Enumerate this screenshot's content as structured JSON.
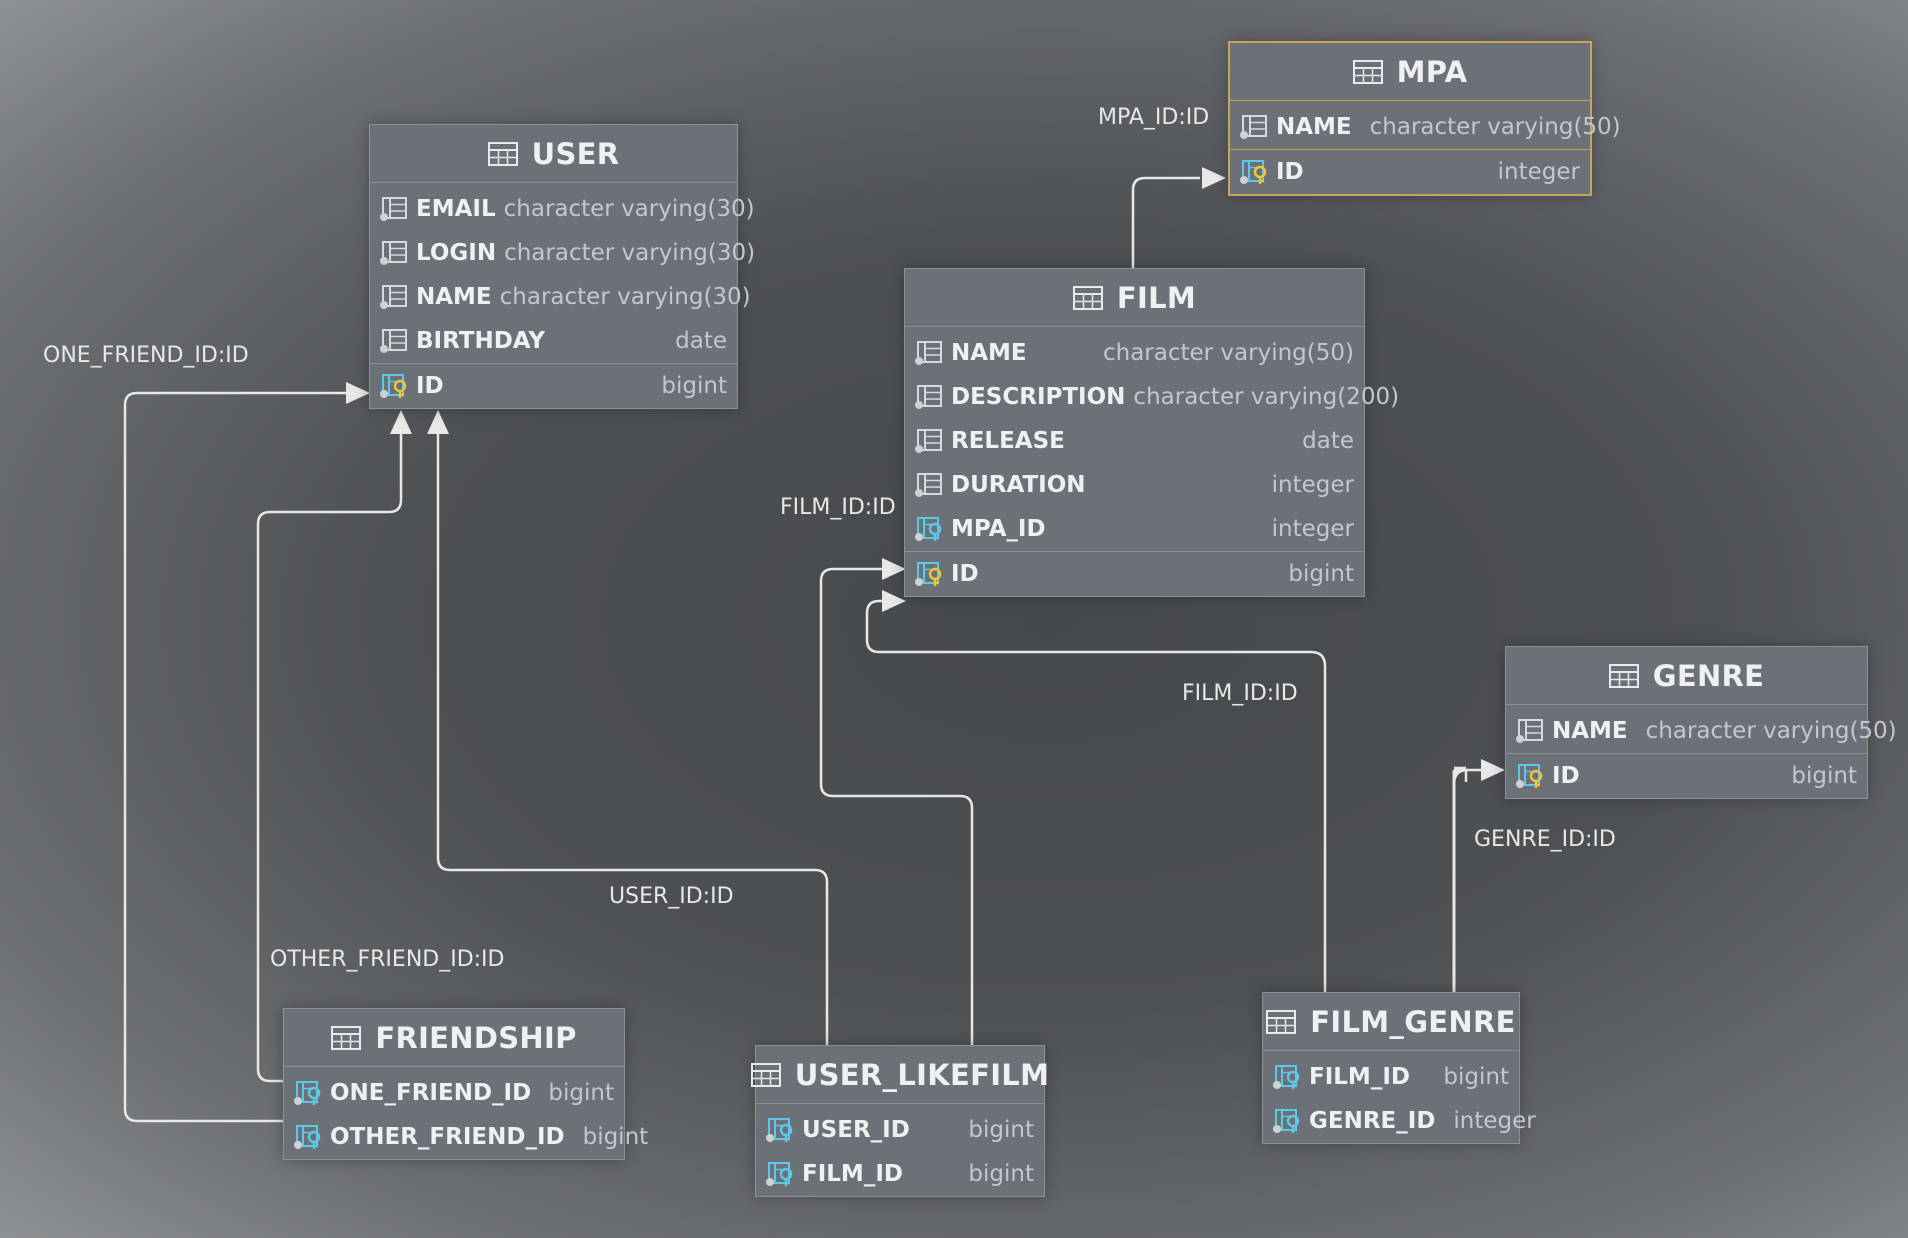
{
  "tables": {
    "user": {
      "name": "USER",
      "columns": [
        {
          "name": "EMAIL",
          "type": "character varying(30)"
        },
        {
          "name": "LOGIN",
          "type": "character varying(30)"
        },
        {
          "name": "NAME",
          "type": "character varying(30)"
        },
        {
          "name": "BIRTHDAY",
          "type": "date"
        }
      ],
      "pk": {
        "name": "ID",
        "type": "bigint"
      }
    },
    "mpa": {
      "name": "MPA",
      "columns": [
        {
          "name": "NAME",
          "type": "character varying(50)"
        }
      ],
      "pk": {
        "name": "ID",
        "type": "integer"
      }
    },
    "film": {
      "name": "FILM",
      "columns": [
        {
          "name": "NAME",
          "type": "character varying(50)"
        },
        {
          "name": "DESCRIPTION",
          "type": "character varying(200)"
        },
        {
          "name": "RELEASE",
          "type": "date"
        },
        {
          "name": "DURATION",
          "type": "integer"
        },
        {
          "name": "MPA_ID",
          "type": "integer"
        }
      ],
      "pk": {
        "name": "ID",
        "type": "bigint"
      }
    },
    "genre": {
      "name": "GENRE",
      "columns": [
        {
          "name": "NAME",
          "type": "character varying(50)"
        }
      ],
      "pk": {
        "name": "ID",
        "type": "bigint"
      }
    },
    "friendship": {
      "name": "FRIENDSHIP",
      "columns": [
        {
          "name": "ONE_FRIEND_ID",
          "type": "bigint"
        },
        {
          "name": "OTHER_FRIEND_ID",
          "type": "bigint"
        }
      ]
    },
    "user_likefilm": {
      "name": "USER_LIKEFILM",
      "columns": [
        {
          "name": "USER_ID",
          "type": "bigint"
        },
        {
          "name": "FILM_ID",
          "type": "bigint"
        }
      ]
    },
    "film_genre": {
      "name": "FILM_GENRE",
      "columns": [
        {
          "name": "FILM_ID",
          "type": "bigint"
        },
        {
          "name": "GENRE_ID",
          "type": "integer"
        }
      ]
    }
  },
  "edge_labels": {
    "mpa_id": "MPA_ID:ID",
    "one_friend_id": "ONE_FRIEND_ID:ID",
    "film_id_likefilm": "FILM_ID:ID",
    "film_id_genre": "FILM_ID:ID",
    "genre_id": "GENRE_ID:ID",
    "user_id": "USER_ID:ID",
    "other_friend_id": "OTHER_FRIEND_ID:ID"
  },
  "icons": {
    "table": "table-icon",
    "column": "column-icon",
    "primary_key": "primary-key-icon",
    "foreign_key": "foreign-key-icon"
  },
  "colors": {
    "table_fill": "#6b7176",
    "table_border": "#8b9196",
    "selected_border": "#c9a35a",
    "edge": "#e8e8e8",
    "text": "#eef0f2",
    "type_text": "#c4c8cc",
    "key_yellow": "#f0c53a",
    "key_cyan": "#5ec8e8"
  }
}
